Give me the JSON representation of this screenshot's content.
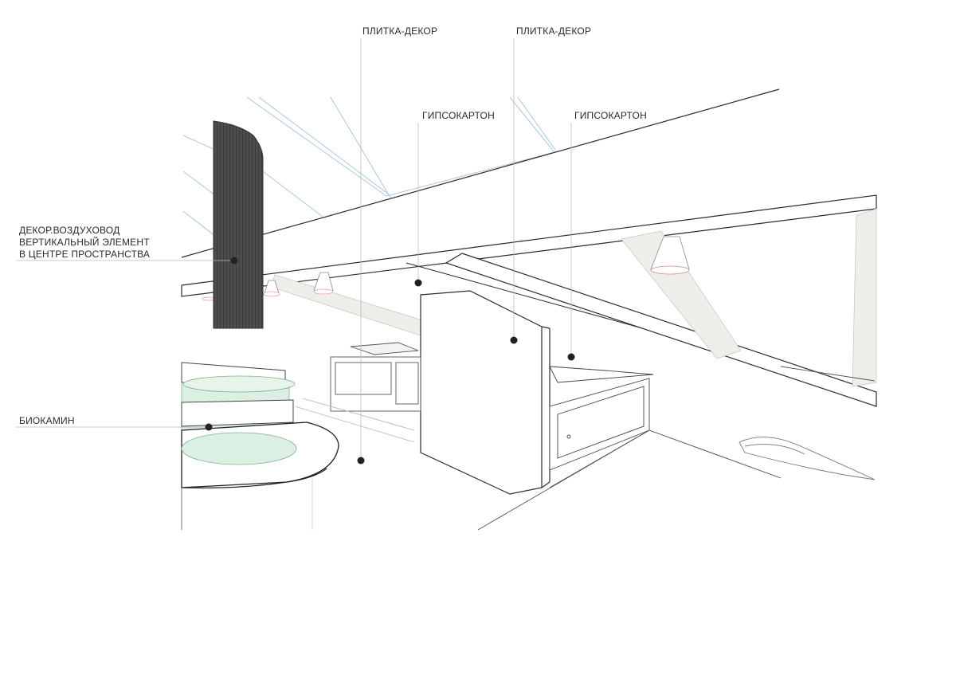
{
  "callouts": {
    "tile_decor_1": "ПЛИТКА-ДЕКОР",
    "tile_decor_2": "ПЛИТКА-ДЕКОР",
    "drywall_1": "ГИПСОКАРТОН",
    "drywall_2": "ГИПСОКАРТОН",
    "air_duct": [
      "ДЕКОР.ВОЗДУХОВОД",
      "ВЕРТИКАЛЬНЫЙ ЭЛЕМЕНТ",
      "В ЦЕНТРЕ ПРОСТРАНСТВА"
    ],
    "biofireplace": "БИОКАМИН"
  },
  "colors": {
    "line": "#2b2b2b",
    "leader": "#b9b9b9",
    "blue_line": "#9cc3d8",
    "duct": "#4a4a4a",
    "glass": "#dcefe3",
    "lamp_accent": "#e6a0a0",
    "beam_fill": "#eeeeea"
  }
}
